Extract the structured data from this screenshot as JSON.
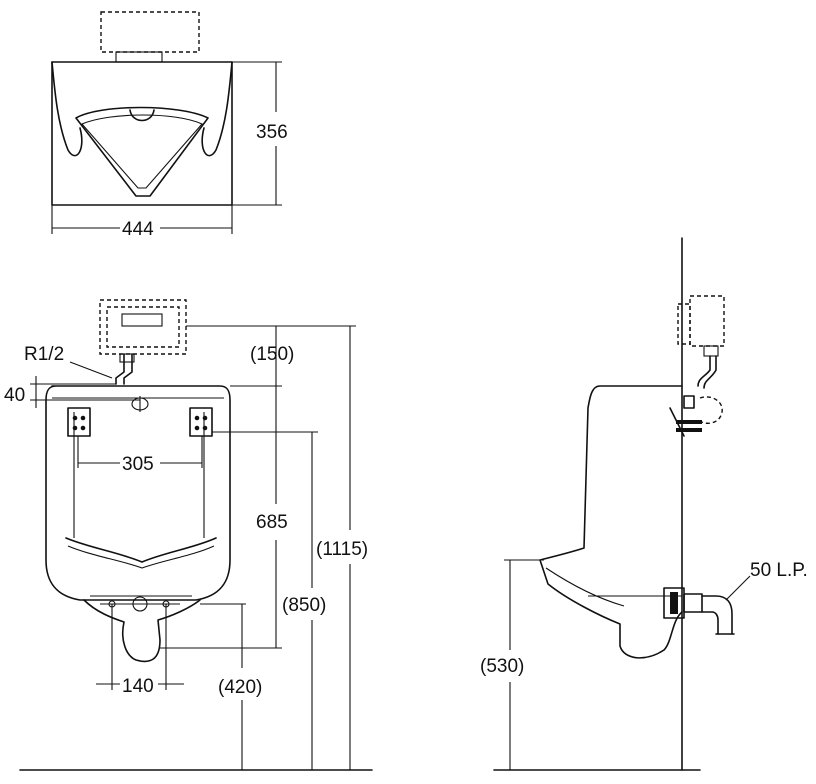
{
  "top_view": {
    "width_label": "444",
    "depth_label": "356"
  },
  "front_view": {
    "inlet_label": "R1/2",
    "inlet_offset_label": "40",
    "top_gap_label": "(150)",
    "mount_width_label": "305",
    "body_height_label": "685",
    "mount_height_label": "(850)",
    "total_height_label": "(1115)",
    "outlet_width_label": "140",
    "outlet_height_label": "(420)"
  },
  "side_view": {
    "lip_height_label": "(530)",
    "outlet_pipe_label": "50 L.P."
  }
}
